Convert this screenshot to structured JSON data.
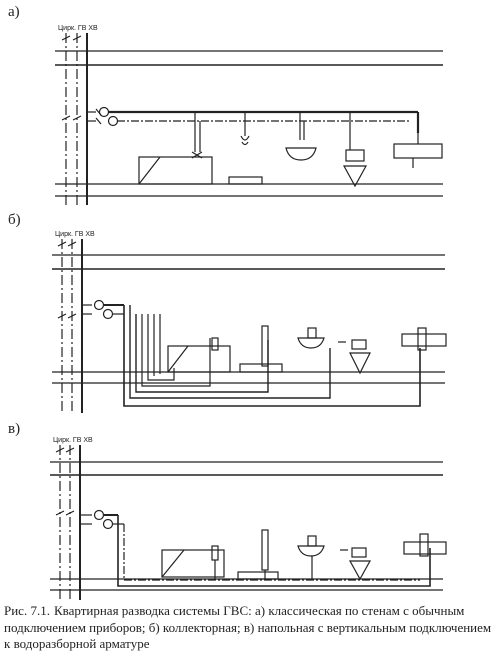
{
  "panels": [
    {
      "label": "а)",
      "riser_label": "Цирк. ГВ ХВ"
    },
    {
      "label": "б)",
      "riser_label": "Цирк. ГВ ХВ"
    },
    {
      "label": "в)",
      "riser_label": "Цирк. ГВ ХВ"
    }
  ],
  "caption": {
    "number": "Рис. 7.1.",
    "text": "Квартирная разводка системы ГВС: а) классическая по стенам с обычным подключением приборов; б) коллекторная; в) напольная с вертикальным подключением к водоразборной арматуре"
  },
  "colors": {
    "line": "#222222",
    "background": "#ffffff"
  }
}
